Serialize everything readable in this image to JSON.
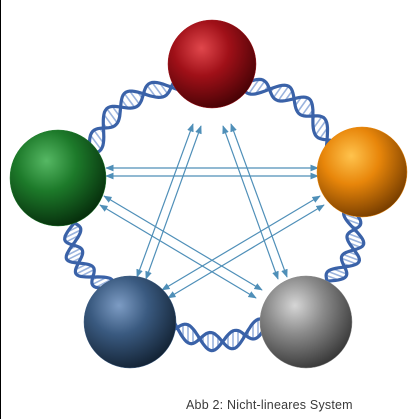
{
  "figure": {
    "caption": "Abb 2: Nicht-lineares System",
    "helix_color": "#3a62a8",
    "helix_rung_color": "#9ab3dd",
    "arrow_color": "#4f8fb8",
    "nodes": [
      {
        "name": "node-red-sphere",
        "color": "#a01018"
      },
      {
        "name": "node-orange-sphere",
        "color": "#e8860a"
      },
      {
        "name": "node-gray-sphere",
        "color": "#8a8a8a"
      },
      {
        "name": "node-blue-sphere",
        "color": "#3a5a80"
      },
      {
        "name": "node-green-sphere",
        "color": "#1d7a2a"
      }
    ]
  }
}
